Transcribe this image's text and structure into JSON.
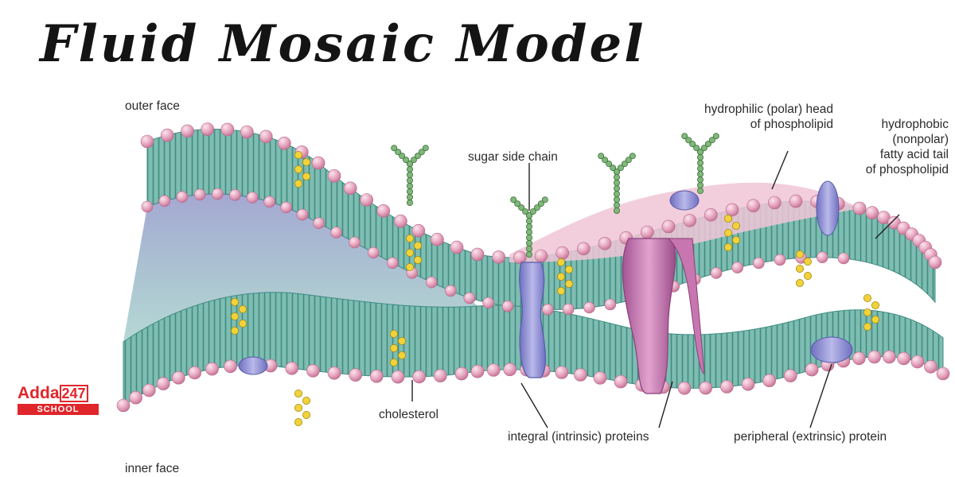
{
  "title": "Fluid Mosaic Model",
  "labels": {
    "outer_face": "outer face",
    "inner_face": "inner face",
    "sugar_side_chain": "sugar side chain",
    "hydrophilic_line1": "hydrophilic (polar) head",
    "hydrophilic_line2": "of phospholipid",
    "hydrophobic_line1": "hydrophobic",
    "hydrophobic_line2": "(nonpolar)",
    "hydrophobic_line3": "fatty acid tail",
    "hydrophobic_line4": "of phospholipid",
    "cholesterol": "cholesterol",
    "integral_proteins": "integral (intrinsic) proteins",
    "peripheral_protein": "peripheral (extrinsic) protein"
  },
  "logo": {
    "brand": "Adda",
    "number": "247",
    "sub": "SCHOOL"
  },
  "colors": {
    "head": "#e6a6bf",
    "tail": "#5fa79c",
    "cholesterol": "#f2d23a",
    "integral_protein": "#c776b0",
    "peripheral_protein": "#8f8fd2",
    "sugar": "#5e9a5a",
    "brand": "#e0262b"
  }
}
